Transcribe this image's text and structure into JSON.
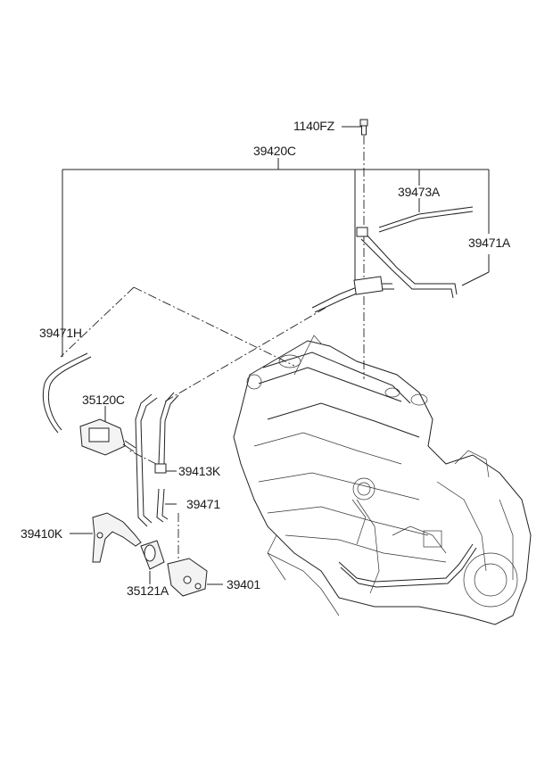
{
  "diagram": {
    "labels": {
      "p1140FZ": "1140FZ",
      "p39420C": "39420C",
      "p39473A": "39473A",
      "p39471A": "39471A",
      "p39471H": "39471H",
      "p35120C": "35120C",
      "p39413K": "39413K",
      "p39471": "39471",
      "p39410K": "39410K",
      "p35121A": "35121A",
      "p39401": "39401"
    }
  }
}
